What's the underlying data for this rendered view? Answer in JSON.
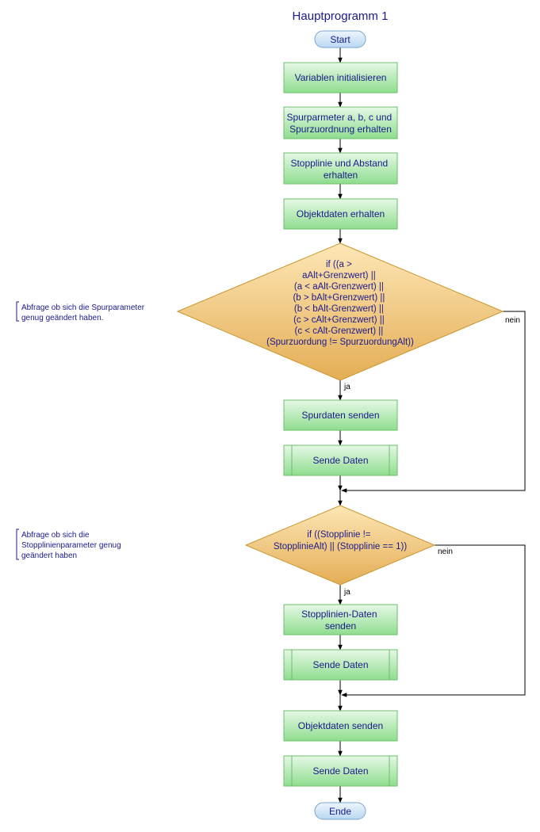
{
  "title": "Hauptprogramm 1",
  "colors": {
    "text": "#1a1a8c",
    "process_top": "#e6f8e6",
    "process_bottom": "#8fdd8f",
    "process_border": "#6cbf6c",
    "decision_top": "#fde7b6",
    "decision_bottom": "#e4ad55",
    "decision_border": "#c9962e",
    "terminal_top": "#eef6fd",
    "terminal_bottom": "#b9d7f0",
    "terminal_border": "#7aa6cc",
    "line": "#000000"
  },
  "terminals": {
    "start": "Start",
    "end": "Ende"
  },
  "steps": {
    "init": [
      "Variablen initialisieren"
    ],
    "spurparam": [
      "Spurparmeter a, b, c und",
      "Spurzuordnung erhalten"
    ],
    "stopplinie": [
      "Stopplinie und Abstand",
      "erhalten"
    ],
    "objektdaten": [
      "Objektdaten erhalten"
    ],
    "spurdaten_senden": [
      "Spurdaten senden"
    ],
    "sende_daten_1": [
      "Sende Daten"
    ],
    "stopplinien_senden": [
      "Stopplinien-Daten",
      "senden"
    ],
    "sende_daten_2": [
      "Sende Daten"
    ],
    "objektdaten_senden": [
      "Objektdaten senden"
    ],
    "sende_daten_3": [
      "Sende Daten"
    ]
  },
  "decisions": {
    "d1": {
      "lines": [
        "if ((a >",
        "aAlt+Grenzwert) ||",
        "(a < aAlt-Grenzwert) ||",
        "(b > bAlt+Grenzwert) ||",
        "(b < bAlt-Grenzwert) ||",
        "(c > cAlt+Grenzwert) ||",
        "(c < cAlt-Grenzwert) ||",
        "(Spurzuordung != SpurzuordungAlt))"
      ],
      "yes": "ja",
      "no": "nein"
    },
    "d2": {
      "lines": [
        "if ((Stopplinie !=",
        "StopplinieAlt) || (Stopplinie == 1))"
      ],
      "yes": "ja",
      "no": "nein"
    }
  },
  "notes": {
    "n1": [
      "Abfrage ob sich die Spurparameter",
      "genug geändert haben."
    ],
    "n2": [
      "Abfrage ob sich die",
      "Stopplinienparameter genug",
      "geändert haben"
    ]
  }
}
